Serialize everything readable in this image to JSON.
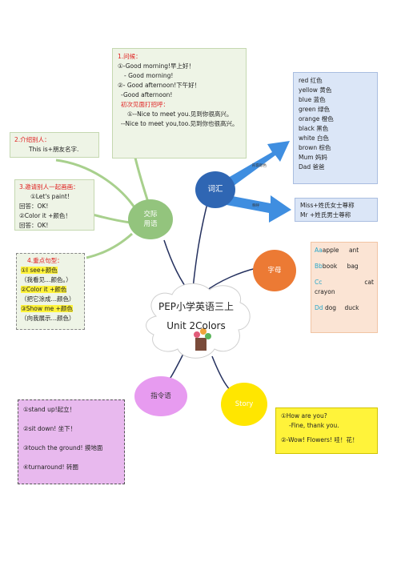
{
  "center": {
    "title": "PEP小学英语三上",
    "subtitle": "Unit 2Colors"
  },
  "nodes": {
    "jiaoji": "交际\n用语",
    "cihui": "词汇",
    "zimu": "字母",
    "zhiling": "指令语",
    "story": "Story"
  },
  "branch_labels": {
    "upper": "形容颜色",
    "lower": "称呼"
  },
  "greeting_box": {
    "title": "1.问候：",
    "lines": [
      "①-Good morning!早上好！",
      "- Good morning!",
      "②- Good afternoon!下午好！",
      "-Good afternoon!"
    ],
    "subtitle": "初次见面打招呼：",
    "lines2": [
      "①--Nice to meet you.见到你很高兴。",
      "--Nice to meet you,too.见到你也很高兴。"
    ]
  },
  "intro_box": {
    "title": "2.介绍别人：",
    "text": "This is+朋友名字."
  },
  "invite_box": {
    "title": "3.邀请别人一起画画：",
    "lines": [
      "①Let's paint!",
      "回答：OK!",
      "②Color it +颜色！",
      "回答：OK!"
    ]
  },
  "pattern_box": {
    "title": "4.重点句型：",
    "lines": [
      "①I see+颜色",
      "（我看见…颜色。）",
      "②Color it +颜色",
      "（把它涂成…颜色）",
      "③Show me +颜色",
      "（向我展示…颜色）"
    ]
  },
  "vocab_box": [
    "red  红色",
    "yellow 黄色",
    "blue 蓝色",
    "green  绿色",
    "orange  橙色",
    "black  黑色",
    "white  白色",
    "brown  棕色",
    "Mum  妈妈",
    "Dad  爸爸"
  ],
  "title_box": [
    "Miss+姓氏女士尊称",
    "Mr +姓氏男士尊称"
  ],
  "letters_box": [
    {
      "letter": "Aa",
      "words": [
        "apple",
        "ant"
      ]
    },
    {
      "letter": "Bb",
      "words": [
        "book",
        "bag"
      ]
    },
    {
      "letter": "Cc",
      "words": [
        "crayon",
        "cat"
      ]
    },
    {
      "letter": "Dd",
      "words": [
        "dog",
        "duck"
      ]
    }
  ],
  "command_box": [
    "①stand up!起立！",
    "②sit down!  坐下！",
    "③touch the ground!  摸地面",
    "④turnaround!  转圈"
  ],
  "story_box": [
    "①How are you?",
    "-Fine, thank you.",
    "②-Wow! Flowers!  哇！花！"
  ],
  "colors": {
    "branch_green": "#a8d08d",
    "branch_navy": "#24305e",
    "arrow_blue": "#3f8ee0",
    "node_green": "#93c47d",
    "node_blue": "#2f66b3",
    "node_orange": "#ec7a34",
    "node_pink": "#e79bf0",
    "node_yellow": "#ffe600",
    "red_text": "#e02020",
    "teal_text": "#29a7c9"
  }
}
